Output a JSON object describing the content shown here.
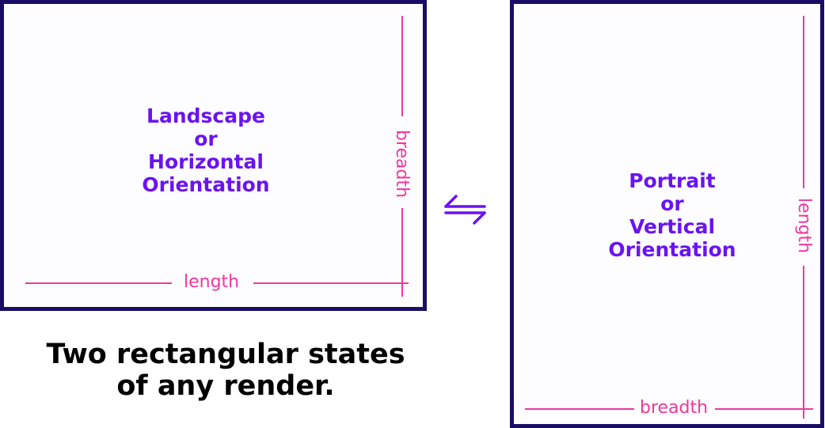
{
  "landscape": {
    "label_lines": [
      "Landscape",
      "or",
      "Horizontal",
      "Orientation"
    ],
    "length_label": "length",
    "breadth_label": "breadth"
  },
  "portrait": {
    "label_lines": [
      "Portrait",
      "or",
      "Vertical",
      "Orientation"
    ],
    "length_label": "length",
    "breadth_label": "breadth"
  },
  "caption_lines": [
    "Two rectangular states",
    "of any render."
  ],
  "icons": {
    "swap": "swap-arrows-icon"
  },
  "colors": {
    "frame": "#1a0d66",
    "label": "#6a13f2",
    "dimension": "#f0389c",
    "caption": "#000000"
  }
}
